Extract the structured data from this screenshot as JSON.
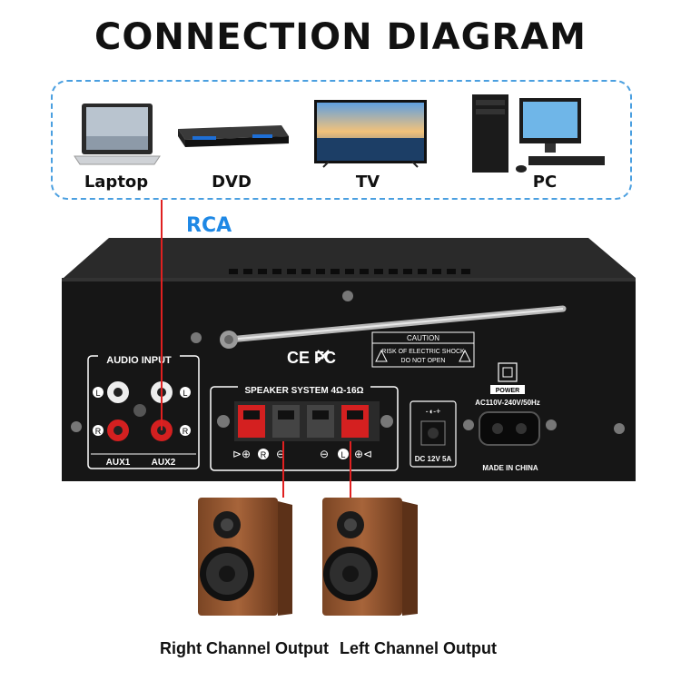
{
  "title": "CONNECTION DIAGRAM",
  "sources": [
    {
      "label": "Laptop",
      "icon": "laptop-icon"
    },
    {
      "label": "DVD",
      "icon": "dvd-player-icon"
    },
    {
      "label": "TV",
      "icon": "tv-icon"
    },
    {
      "label": "PC",
      "icon": "desktop-pc-icon"
    }
  ],
  "connection_label": "RCA",
  "amplifier": {
    "audio_input_title": "AUDIO INPUT",
    "aux1": "AUX1",
    "aux2": "AUX2",
    "left": "L",
    "right": "R",
    "speaker_title": "SPEAKER SYSTEM 4Ω-16Ω",
    "caution_title": "CAUTION",
    "caution_line1": "RISK OF ELECTRIC SHOCK",
    "caution_line2": "DO NOT OPEN",
    "cert_marks": "CE  FC",
    "power_title": "POWER",
    "power_spec": "AC110V-240V/50Hz",
    "dc_spec": "DC 12V 5A",
    "made_in": "MADE IN CHINA"
  },
  "outputs": {
    "right": "Right Channel Output",
    "left": "Left Channel Output"
  },
  "colors": {
    "accent_blue": "#1e88e5",
    "dash_blue": "#4a9fe0",
    "wire_red": "#e02020",
    "chassis": "#1c1c1c"
  }
}
